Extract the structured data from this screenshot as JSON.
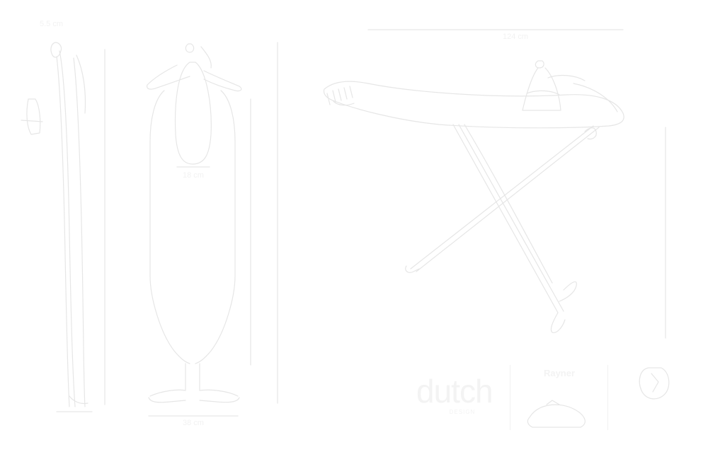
{
  "dimensions": {
    "top_left_width": "5.5 cm",
    "left_height": "",
    "left_bottom_depth": "",
    "left_bottom_width": "",
    "board_width": "38 cm",
    "iron_rest_width": "18 cm",
    "board_height": "",
    "total_height": "",
    "right_length": "124 cm",
    "right_height": ""
  },
  "brand": {
    "logo": "dutch",
    "tagline": "DESIGN"
  },
  "features": [
    {
      "title": "Rayner",
      "subtitle": "",
      "footer": ""
    },
    {
      "title": "",
      "subtitle": "",
      "footer": ""
    }
  ],
  "colors": {
    "background": "#ffffff",
    "line": "#e9e9e9"
  }
}
